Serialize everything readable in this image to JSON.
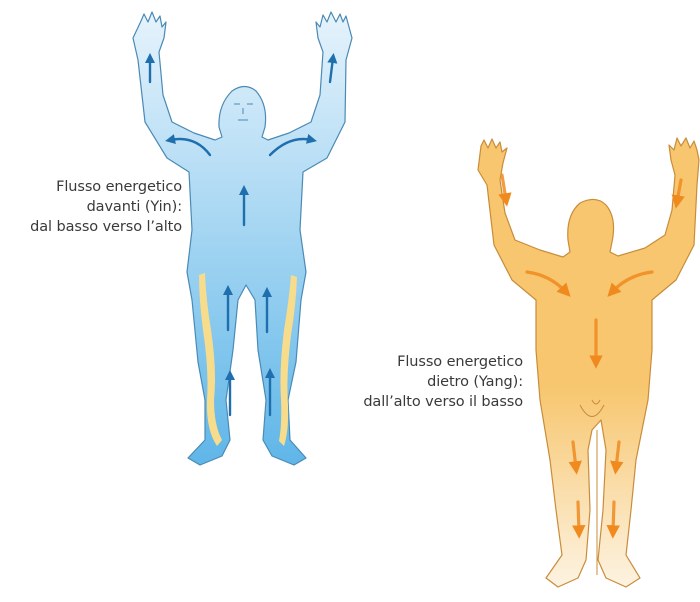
{
  "labels": {
    "front": {
      "line1": "Flusso energetico",
      "line2": "davanti (Yin):",
      "line3": "dal basso verso l’alto"
    },
    "back": {
      "line1": "Flusso energetico",
      "line2": "dietro (Yang):",
      "line3": "dall’alto verso il basso"
    }
  },
  "colors": {
    "front_body_top": "#e6f3fc",
    "front_body_bottom": "#5fb6e8",
    "front_outline": "#4a8ab5",
    "front_arrow": "#1f6fae",
    "side_stripe": "#f7dc8c",
    "back_body_top": "#f7c66e",
    "back_body_bottom": "#fdf3e2",
    "back_outline": "#c98c3a",
    "back_arrow": "#f08a1e"
  }
}
